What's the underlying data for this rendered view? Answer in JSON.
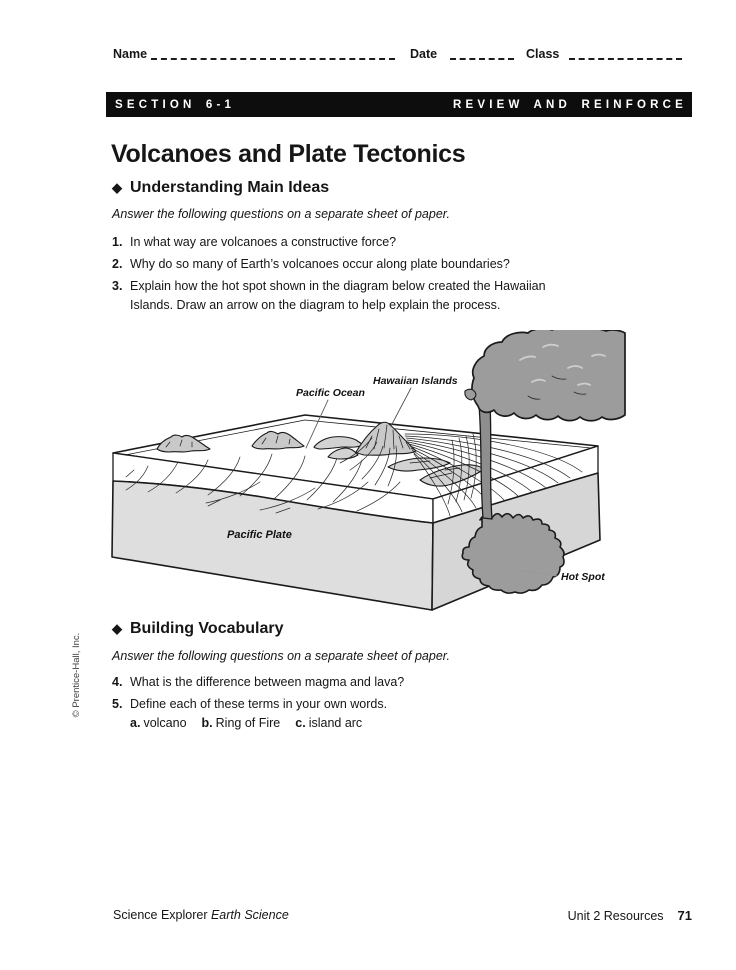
{
  "header": {
    "name_label": "Name",
    "date_label": "Date",
    "class_label": "Class"
  },
  "banner": {
    "section": "SECTION 6-1",
    "type": "REVIEW AND REINFORCE"
  },
  "title": "Volcanoes and Plate Tectonics",
  "main_ideas": {
    "bullet": "◆",
    "heading": "Understanding Main Ideas",
    "instruction": "Answer the following questions on a separate sheet of paper.",
    "questions": [
      {
        "num": "1.",
        "text": "In what way are volcanoes a constructive force?"
      },
      {
        "num": "2.",
        "text": "Why do so many of Earth’s volcanoes occur along plate boundaries?"
      },
      {
        "num": "3.",
        "text": "Explain how the hot spot shown in the diagram below created the Hawaiian Islands. Draw an arrow on the diagram to help explain the process."
      }
    ]
  },
  "diagram": {
    "labels": {
      "pacific_ocean": "Pacific Ocean",
      "hawaiian_islands": "Hawaiian Islands",
      "pacific_plate": "Pacific Plate",
      "hot_spot": "Hot Spot"
    }
  },
  "vocabulary": {
    "bullet": "◆",
    "heading": "Building Vocabulary",
    "instruction": "Answer the following questions on a separate sheet of paper.",
    "questions": [
      {
        "num": "4.",
        "text": "What is the difference between magma and lava?"
      },
      {
        "num": "5.",
        "text": "Define each of these terms in your own words."
      }
    ],
    "subitems": [
      {
        "letter": "a.",
        "term": "volcano"
      },
      {
        "letter": "b.",
        "term": "Ring of Fire"
      },
      {
        "letter": "c.",
        "term": "island arc"
      }
    ]
  },
  "sidebar": {
    "copyright": "© Prentice-Hall, Inc."
  },
  "footer": {
    "series": "Science Explorer",
    "book": "Earth Science",
    "unit": "Unit 2 Resources",
    "page": "71"
  },
  "colors": {
    "banner_bg": "#0d0d0d",
    "plume_gray": "#9c9c9c",
    "face_front": "#dedede",
    "face_right": "#d6d6d6"
  }
}
